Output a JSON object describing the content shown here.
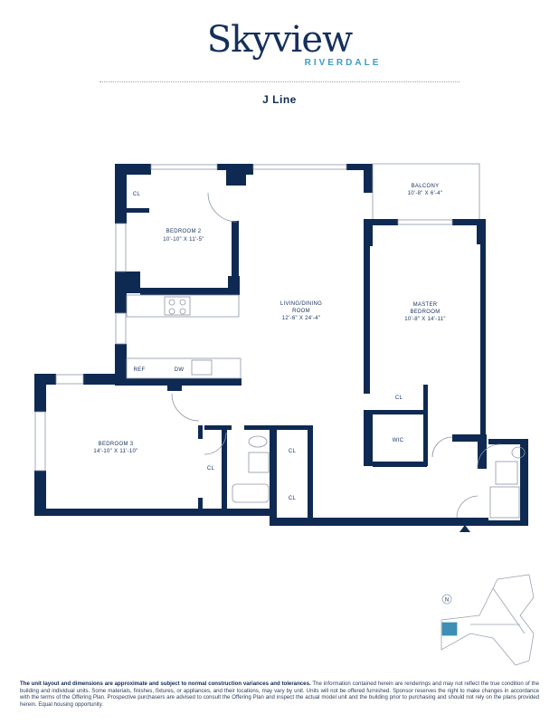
{
  "brand": {
    "name": "Skyview",
    "sub": "RIVERDALE"
  },
  "plan_title": "J Line",
  "rooms": {
    "bedroom2": {
      "name": "BEDROOM 2",
      "dims": "10'-10\" X 11'-5\""
    },
    "living": {
      "name1": "LIVING/DINING",
      "name2": "ROOM",
      "dims": "12'-6\" X 24'-4\""
    },
    "master": {
      "name1": "MASTER",
      "name2": "BEDROOM",
      "dims": "10'-8\" X 14'-11\""
    },
    "balcony": {
      "name": "BALCONY",
      "dims": "10'-8\" X 6'-4\""
    },
    "bedroom3": {
      "name": "BEDROOM 3",
      "dims": "14'-10\" X 11'-10\""
    }
  },
  "labels": {
    "cl": "CL",
    "ref": "REF",
    "dw": "DW",
    "wic": "WIC"
  },
  "keyplan": {
    "north": "N",
    "highlight_color": "#3d8fb5"
  },
  "colors": {
    "wall": "#0f2a52",
    "accent": "#3a9bc9"
  },
  "disclaimer": {
    "bold": "The unit layout and dimensions are approximate and subject to normal construction variances and tolerances.",
    "text": " The information contained herein are renderings and may not reflect the true condition of the building and individual units. Some materials, finishes, fixtures, or appliances, and their locations, may vary by unit. Units will not be offered furnished. Sponsor reserves the right to make changes in accordance with the terms of the Offering Plan. Prospective purchasers are advised to consult the Offering Plan and inspect the actual model unit and the building prior to purchasing and should not rely on the plans provided herein. Equal housing opportunity."
  }
}
